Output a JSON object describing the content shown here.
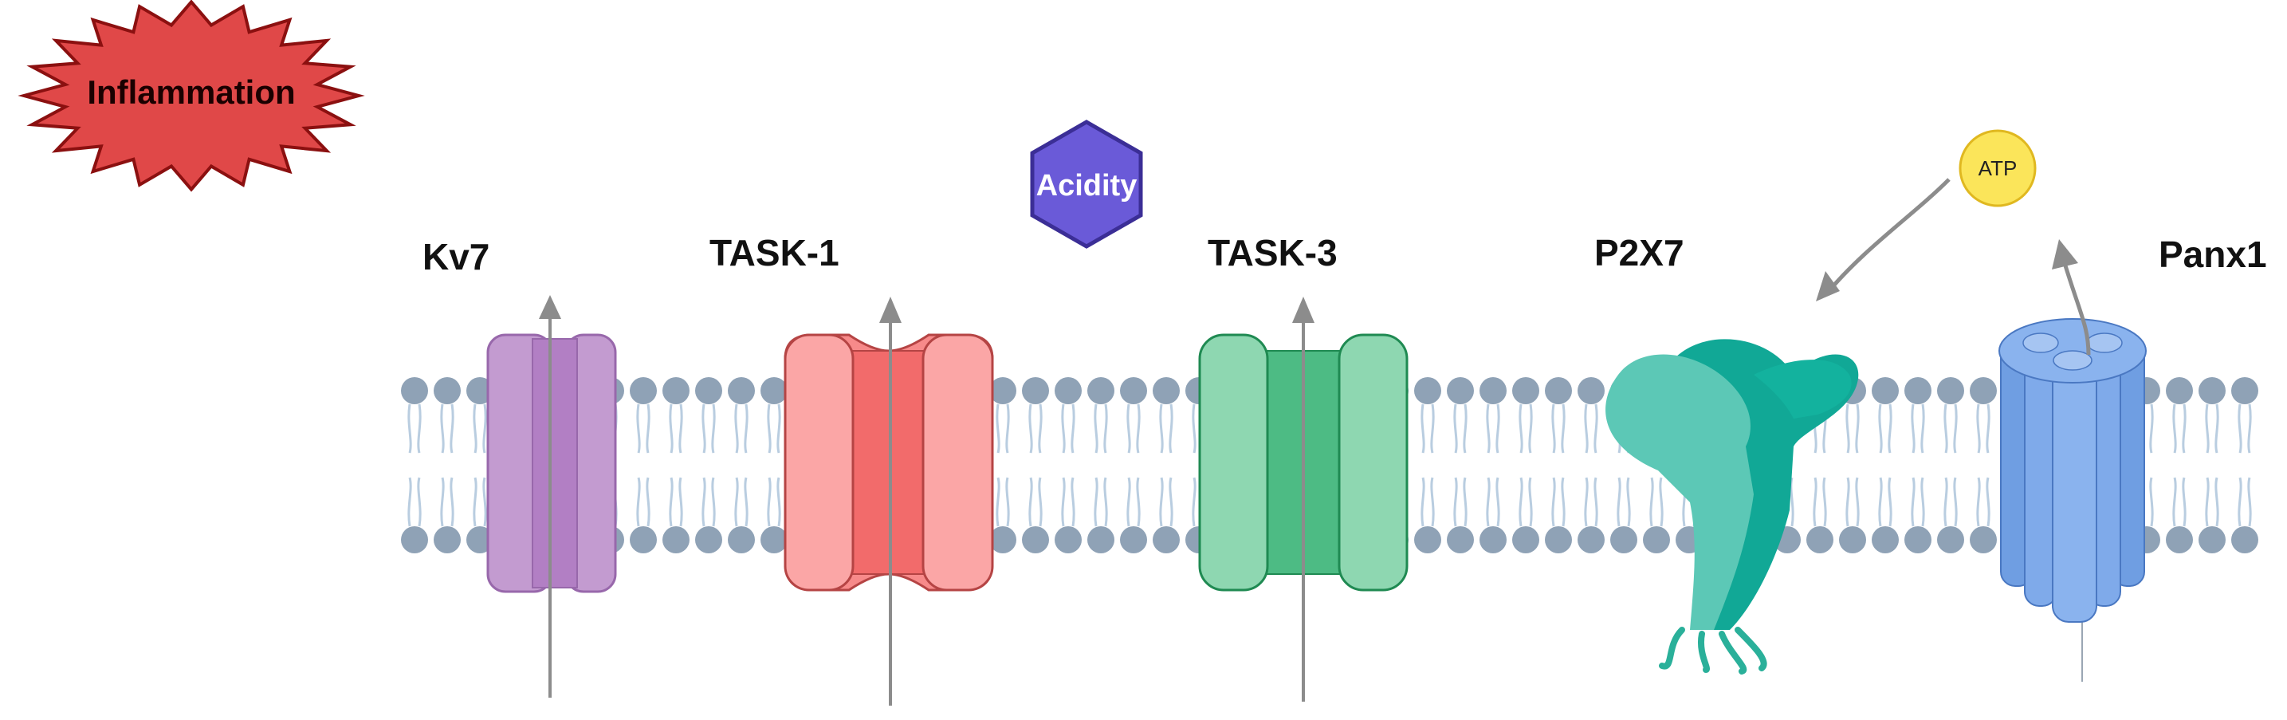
{
  "stimuli": {
    "inflammation": "Inflammation",
    "acidity": "Acidity",
    "atp": "ATP"
  },
  "channels": [
    {
      "id": "kv7",
      "label": "Kv7"
    },
    {
      "id": "task1",
      "label": "TASK-1"
    },
    {
      "id": "task3",
      "label": "TASK-3"
    },
    {
      "id": "p2x7",
      "label": "P2X7"
    },
    {
      "id": "panx1",
      "label": "Panx1"
    }
  ],
  "colors": {
    "inflammation_fill": "#e04848",
    "inflammation_stroke": "#8b1010",
    "acidity_fill": "#6a5ad8",
    "acidity_stroke": "#3b2e96",
    "atp_fill": "#fbe55a",
    "kv7": "#c39bd0",
    "task1": "#f88c8c",
    "task3": "#7fcfa4",
    "p2x7": "#4cc2aa",
    "panx1": "#7fa8e6",
    "lipid_head": "#8fa2b6",
    "lipid_tail": "#b9cde0",
    "arrow": "#8c8c8c"
  }
}
